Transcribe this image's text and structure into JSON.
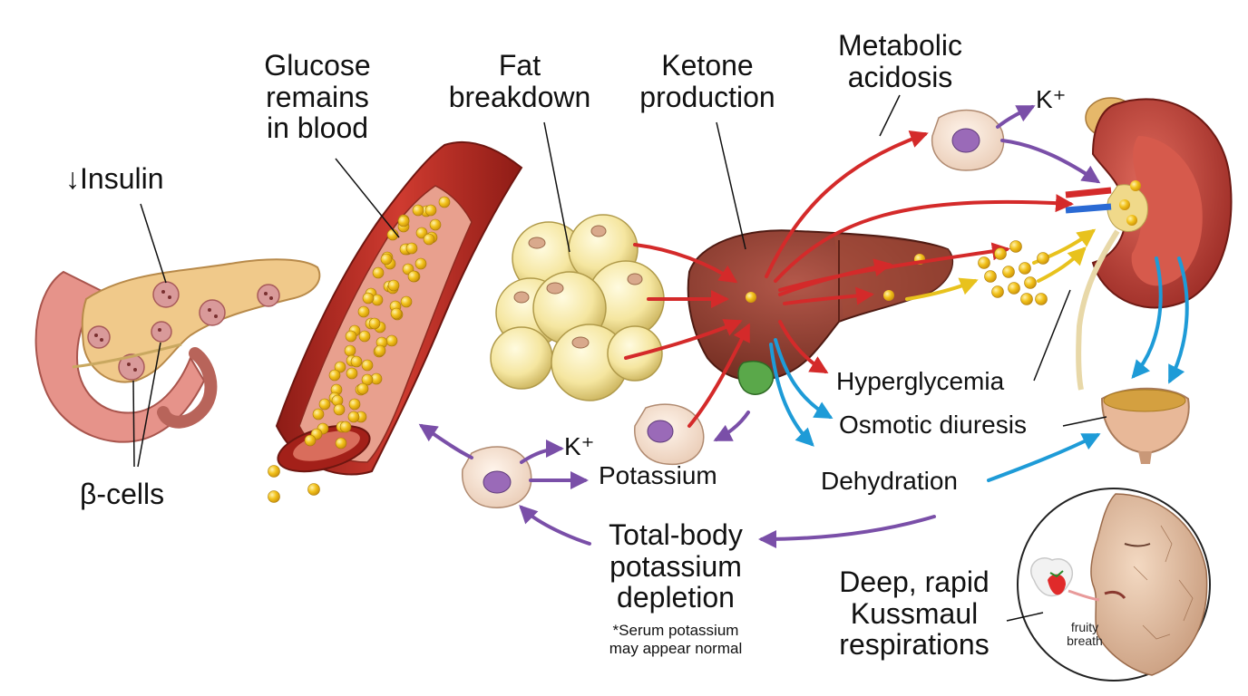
{
  "labels": {
    "insulin_arrow": "↓",
    "insulin": "Insulin",
    "beta_cells": "β-cells",
    "glucose": [
      "Glucose",
      "remains",
      "in blood"
    ],
    "fat": [
      "Fat",
      "breakdown"
    ],
    "ketone": [
      "Ketone",
      "production"
    ],
    "metabolic": [
      "Metabolic",
      "acidosis"
    ],
    "k_plus_top": "K⁺",
    "k_plus_left": "K⁺",
    "potassium": "Potassium",
    "hyperglycemia": "Hyperglycemia",
    "osmotic": "Osmotic diuresis",
    "dehydration": "Dehydration",
    "total_body": [
      "Total-body",
      "potassium",
      "depletion"
    ],
    "serum_note": [
      "*Serum potassium",
      "may appear normal"
    ],
    "kussmaul": [
      "Deep, rapid",
      "Kussmaul",
      "respirations"
    ],
    "fruity": [
      "fruity",
      "breath"
    ]
  },
  "colors": {
    "red_arrow": "#d42a2a",
    "purple_arrow": "#7a4fa8",
    "blue_arrow": "#1e9bd7",
    "yellow_arrow": "#e8c21d",
    "glucose_dot": "#f2c21b",
    "liver": "#8e3b2c",
    "vessel": "#b52a22",
    "fat": "#f5e6a0",
    "kidney": "#c2413a"
  },
  "icons": [
    "pancreas-illustration",
    "blood-vessel-illustration",
    "fat-cells-illustration",
    "liver-illustration",
    "kidney-illustration",
    "bladder-illustration",
    "cell-icon",
    "face-illustration",
    "strawberry-icon"
  ]
}
